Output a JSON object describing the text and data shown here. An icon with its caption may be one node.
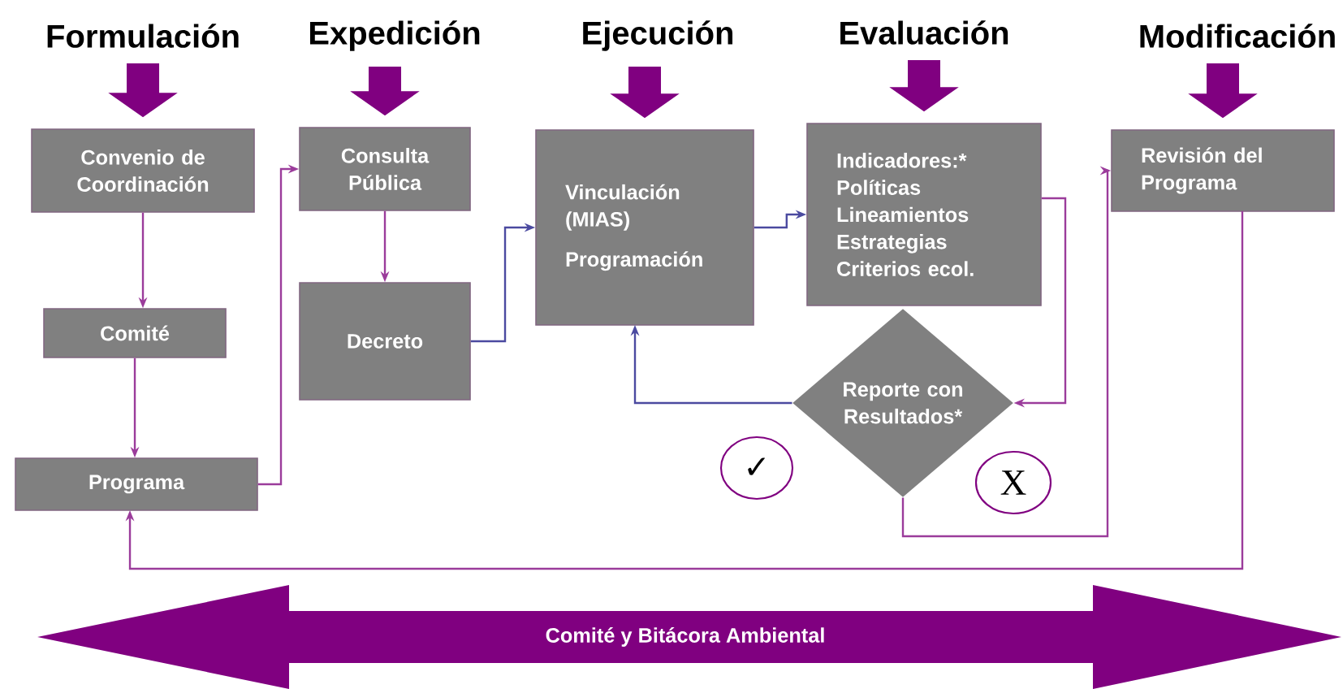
{
  "diagram": {
    "nodes": [
      {
        "text": [
          "Formulación"
        ]
      },
      {
        "text": [
          "Expedición"
        ]
      },
      {
        "text": [
          "Ejecución"
        ]
      },
      {
        "text": [
          "Evaluación"
        ]
      },
      {
        "text": [
          "Modificación"
        ]
      },
      {
        "text": [
          "Convenio de Coordinación"
        ]
      },
      {
        "text": [
          "Comité"
        ]
      },
      {
        "text": [
          "Programa"
        ]
      },
      {
        "text": [
          "Consulta Pública"
        ]
      },
      {
        "text": [
          "Decreto"
        ]
      },
      {
        "text": [
          "Vinculación (MIAS)",
          "Programación"
        ]
      },
      {
        "text": [
          "Indicadores:*",
          "Políticas",
          "Lineamientos",
          "Estrategias",
          "Criterios ecol."
        ]
      },
      {
        "text": [
          "Reporte con Resultados*"
        ]
      },
      {
        "text": [
          "Revisión del Programa"
        ]
      },
      {
        "text": [
          "Comité y Bitácora Ambiental"
        ]
      }
    ],
    "edges": [
      {
        "from": 0,
        "to": 5,
        "arrow": "to",
        "style": "thick",
        "color": "#800080"
      },
      {
        "from": 1,
        "to": 8,
        "arrow": "to",
        "style": "thick",
        "color": "#800080"
      },
      {
        "from": 2,
        "to": 10,
        "arrow": "to",
        "style": "thick",
        "color": "#800080"
      },
      {
        "from": 3,
        "to": 11,
        "arrow": "to",
        "style": "thick",
        "color": "#800080"
      },
      {
        "from": 4,
        "to": 13,
        "arrow": "to",
        "style": "thick",
        "color": "#800080"
      },
      {
        "from": 5,
        "to": 6,
        "arrow": "to"
      },
      {
        "from": 6,
        "to": 7,
        "arrow": "to"
      },
      {
        "from": 7,
        "to": 8,
        "arrow": "to"
      },
      {
        "from": 8,
        "to": 9,
        "arrow": "to"
      },
      {
        "from": 9,
        "to": 10,
        "arrow": "to",
        "color": "#4b4aa0"
      },
      {
        "from": 10,
        "to": 11,
        "arrow": "to",
        "color": "#4b4aa0"
      },
      {
        "from": 11,
        "to": 12,
        "arrow": "to"
      },
      {
        "from": 12,
        "to": 10,
        "arrow": "to",
        "color": "#4b4aa0"
      },
      {
        "from": 12,
        "to": 13,
        "arrow": "to"
      },
      {
        "from": 13,
        "to": 7,
        "arrow": "to"
      }
    ],
    "labels": [
      "✓",
      "X"
    ]
  }
}
